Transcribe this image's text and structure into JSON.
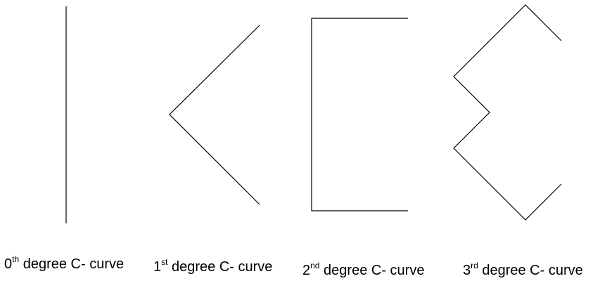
{
  "stroke_color": "#000000",
  "captions": [
    {
      "num": "0",
      "sup": "th",
      "rest": " degree C- curve"
    },
    {
      "num": "1",
      "sup": "st",
      "rest": " degree C- curve"
    },
    {
      "num": "2",
      "sup": "nd",
      "rest": " degree C- curve"
    },
    {
      "num": "3",
      "sup": "rd",
      "rest": " degree C- curve"
    }
  ]
}
